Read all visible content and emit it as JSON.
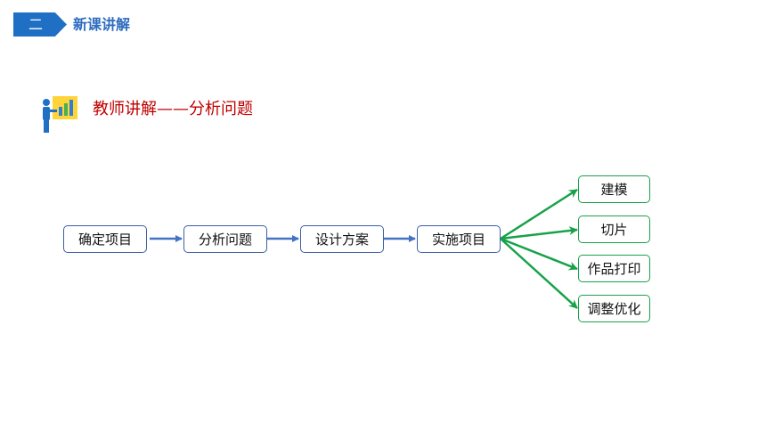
{
  "header": {
    "number": "二",
    "title": "新课讲解"
  },
  "subheading": "教师讲解——分析问题",
  "flow": {
    "steps": [
      "确定项目",
      "分析问题",
      "设计方案",
      "实施项目"
    ],
    "branches": [
      "建模",
      "切片",
      "作品打印",
      "调整优化"
    ]
  },
  "colors": {
    "accent_blue": "#1f6fc4",
    "heading_red": "#c00000",
    "arrow_blue": "#4472c4",
    "arrow_green": "#17a24a"
  },
  "icons": [
    "teacher-presentation-icon"
  ]
}
